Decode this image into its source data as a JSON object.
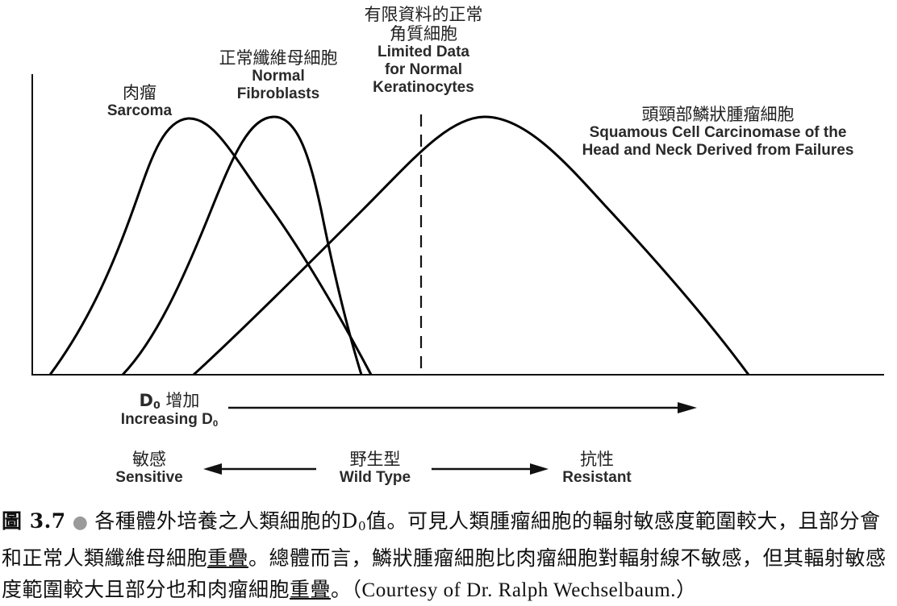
{
  "figure": {
    "labels": {
      "sarcoma": {
        "zh": "肉瘤",
        "en": "Sarcoma"
      },
      "fibroblasts": {
        "zh": "正常纖維母細胞",
        "en_line1": "Normal",
        "en_line2": "Fibroblasts"
      },
      "keratinocytes": {
        "zh_line1": "有限資料的正常",
        "zh_line2": "角質細胞",
        "en_line1": "Limited Data",
        "en_line2": "for Normal",
        "en_line3": "Keratinocytes"
      },
      "scc": {
        "zh": "頭頸部鱗狀腫瘤細胞",
        "en_line1": "Squamous Cell Carcinomase of the",
        "en_line2": "Head and Neck Derived from Failures"
      }
    },
    "d0_axis": {
      "zh_prefix": "D",
      "zh_sub": "0",
      "zh_suffix": " 增加",
      "en_prefix": "Increasing D",
      "en_sub": "0"
    },
    "scale": {
      "sensitive": {
        "zh": "敏感",
        "en": "Sensitive"
      },
      "wild_type": {
        "zh": "野生型",
        "en": "Wild Type"
      },
      "resistant": {
        "zh": "抗性",
        "en": "Resistant"
      }
    }
  },
  "caption": {
    "fig_label": "圖 3.7",
    "bullet": "●",
    "text_part1": "各種體外培養之人類細胞的D",
    "text_sub": "0",
    "text_part2": "值。可見人類腫瘤細胞的輻射敏感度範圍較大，且部分會和正常人類纖維母細胞",
    "underlined_1": "重疊",
    "text_part3": "。總體而言，鱗狀腫瘤細胞比肉瘤細胞對輻射線不敏感，但其輻射敏感度範圍較大且部分也和肉瘤細胞",
    "underlined_2": "重疊",
    "text_part4": "。（",
    "courtesy": "Courtesy of Dr. Ralph Wechselbaum.",
    "text_end": "）"
  },
  "chart_data": {
    "type": "area",
    "title": "",
    "xlabel": "Increasing D0 (D0 增加)",
    "ylabel": "",
    "grid": false,
    "series": [
      {
        "name": "Sarcoma (肉瘤)",
        "shape": "skewed bell",
        "start_x": 62,
        "peak_x": 233,
        "end_x": 460,
        "relative_peak": 0.85
      },
      {
        "name": "Normal Fibroblasts (正常纖維母細胞)",
        "shape": "bell",
        "start_x": 152,
        "peak_x": 339,
        "end_x": 448,
        "relative_peak": 0.86
      },
      {
        "name": "Squamous Cell Carcinomas of the Head and Neck (頭頸部鱗狀腫瘤細胞)",
        "shape": "broad bell",
        "start_x": 240,
        "peak_x": 600,
        "end_x": 928,
        "relative_peak": 0.86
      },
      {
        "name": "Limited Data for Normal Keratinocytes (有限資料的正常角質細胞)",
        "shape": "dashed vertical line",
        "x": 522
      }
    ],
    "annotations": [
      "Sensitive ← Wild Type → Resistant"
    ]
  }
}
